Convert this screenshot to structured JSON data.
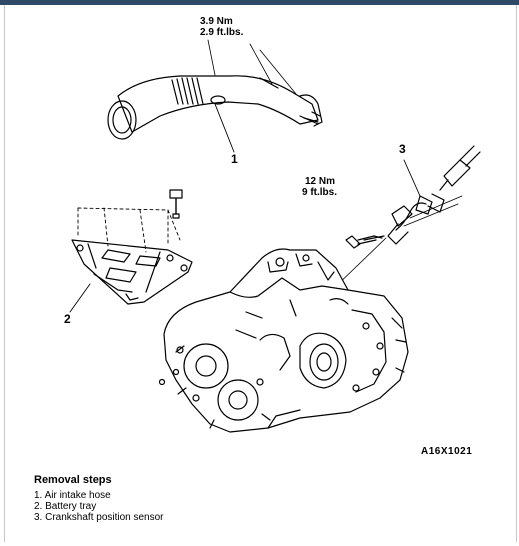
{
  "torque_labels": {
    "hose_nm": "3.9 Nm",
    "hose_ftlbs": "2.9 ft.lbs.",
    "sensor_nm": "12 Nm",
    "sensor_ftlbs": "9 ft.lbs."
  },
  "callouts": [
    "1",
    "2",
    "3"
  ],
  "figure_code": "A16X1021",
  "removal": {
    "title": "Removal steps",
    "steps": [
      "1. Air intake hose",
      "2. Battery tray",
      "3. Crankshaft position sensor"
    ]
  }
}
